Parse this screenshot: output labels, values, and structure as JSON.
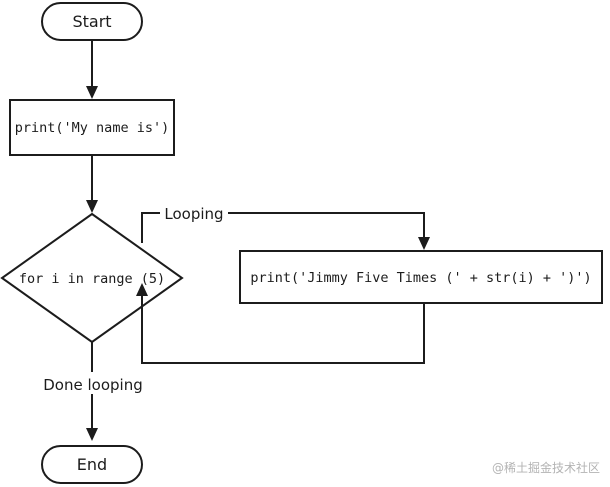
{
  "diagram": {
    "nodes": {
      "start": {
        "shape": "terminal",
        "label": "Start"
      },
      "print_name": {
        "shape": "process",
        "label": "print('My name is')"
      },
      "loop": {
        "shape": "decision",
        "label": "for i in range (5)"
      },
      "print_jimmy": {
        "shape": "process",
        "label": "print('Jimmy Five Times (' + str(i) + ')')"
      },
      "end": {
        "shape": "terminal",
        "label": "End"
      }
    },
    "edges": {
      "looping": {
        "from": "loop",
        "to": "print_jimmy",
        "label": "Looping"
      },
      "loop_back": {
        "from": "print_jimmy",
        "to": "loop",
        "label": ""
      },
      "done": {
        "from": "loop",
        "to": "end",
        "label": "Done looping"
      }
    }
  },
  "watermark": "@稀土掘金技术社区"
}
